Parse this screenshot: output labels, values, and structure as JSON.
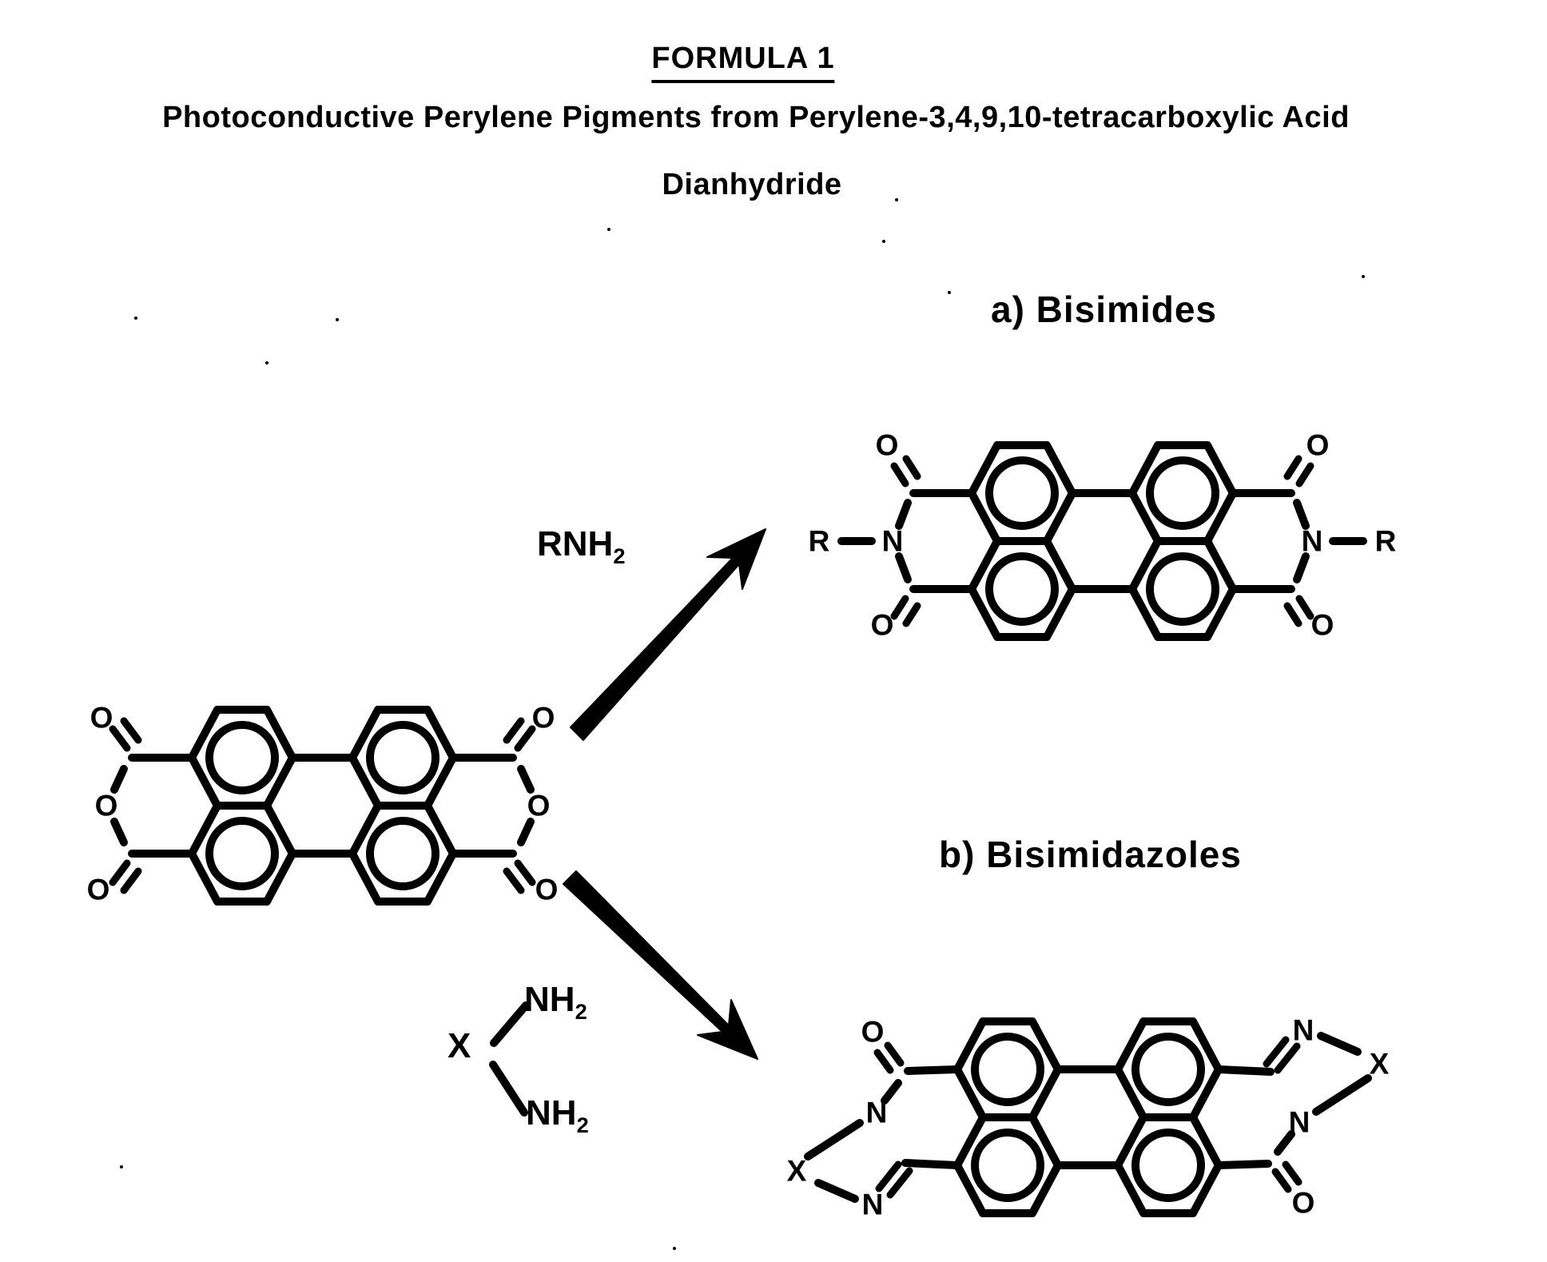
{
  "page": {
    "background": "#ffffff",
    "ink": "#000000"
  },
  "title": {
    "heading": "FORMULA 1",
    "subtitle_line1": "Photoconductive Perylene Pigments from Perylene-3,4,9,10-tetracarboxylic Acid",
    "subtitle_line2": "Dianhydride"
  },
  "sections": {
    "product_a_label": "a) Bisimides",
    "product_b_label": "b) Bisimidazoles"
  },
  "reagents": {
    "amine": {
      "text": "RNH",
      "subscript": "2"
    },
    "diamine": {
      "x": "X",
      "nh2_top": {
        "text": "NH",
        "subscript": "2"
      },
      "nh2_bottom": {
        "text": "NH",
        "subscript": "2"
      }
    }
  },
  "molecules": {
    "dianhydride": {
      "o_top_left": "O",
      "o_bridge_left": "O",
      "o_bottom_left": "O",
      "o_top_right": "O",
      "o_bridge_right": "O",
      "o_bottom_right": "O"
    },
    "bisimide": {
      "r_left": "R",
      "n_left": "N",
      "o_top_left": "O",
      "o_bottom_left": "O",
      "n_right": "N",
      "r_right": "R",
      "o_top_right": "O",
      "o_bottom_right": "O"
    },
    "bisimidazole": {
      "o_top_left": "O",
      "n_mid_left": "N",
      "n_bottom_left": "N",
      "x_left": "X",
      "n_top_right": "N",
      "n_mid_right": "N",
      "x_right": "X",
      "o_bottom_right": "O"
    }
  }
}
